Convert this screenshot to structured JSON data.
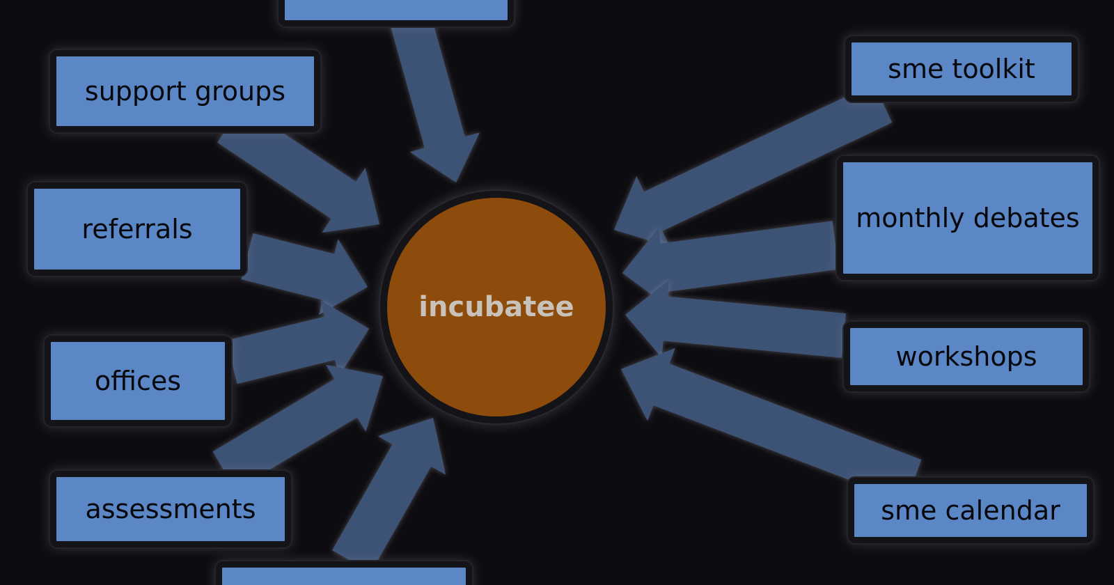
{
  "diagram": {
    "center": {
      "label": "incubatee",
      "fill": "#8d4b0c"
    },
    "node_fill": "#5b87c6",
    "arrow_fill": "#3e5276",
    "nodes": [
      {
        "id": "top-partial",
        "label": ""
      },
      {
        "id": "support-groups",
        "label": "support groups"
      },
      {
        "id": "referrals",
        "label": "referrals"
      },
      {
        "id": "offices",
        "label": "offices"
      },
      {
        "id": "assessments",
        "label": "assessments"
      },
      {
        "id": "bottom-partial",
        "label": ""
      },
      {
        "id": "sme-toolkit",
        "label": "sme toolkit"
      },
      {
        "id": "monthly-debates",
        "label": "monthly debates"
      },
      {
        "id": "workshops",
        "label": "workshops"
      },
      {
        "id": "sme-calendar",
        "label": "sme calendar"
      }
    ]
  }
}
